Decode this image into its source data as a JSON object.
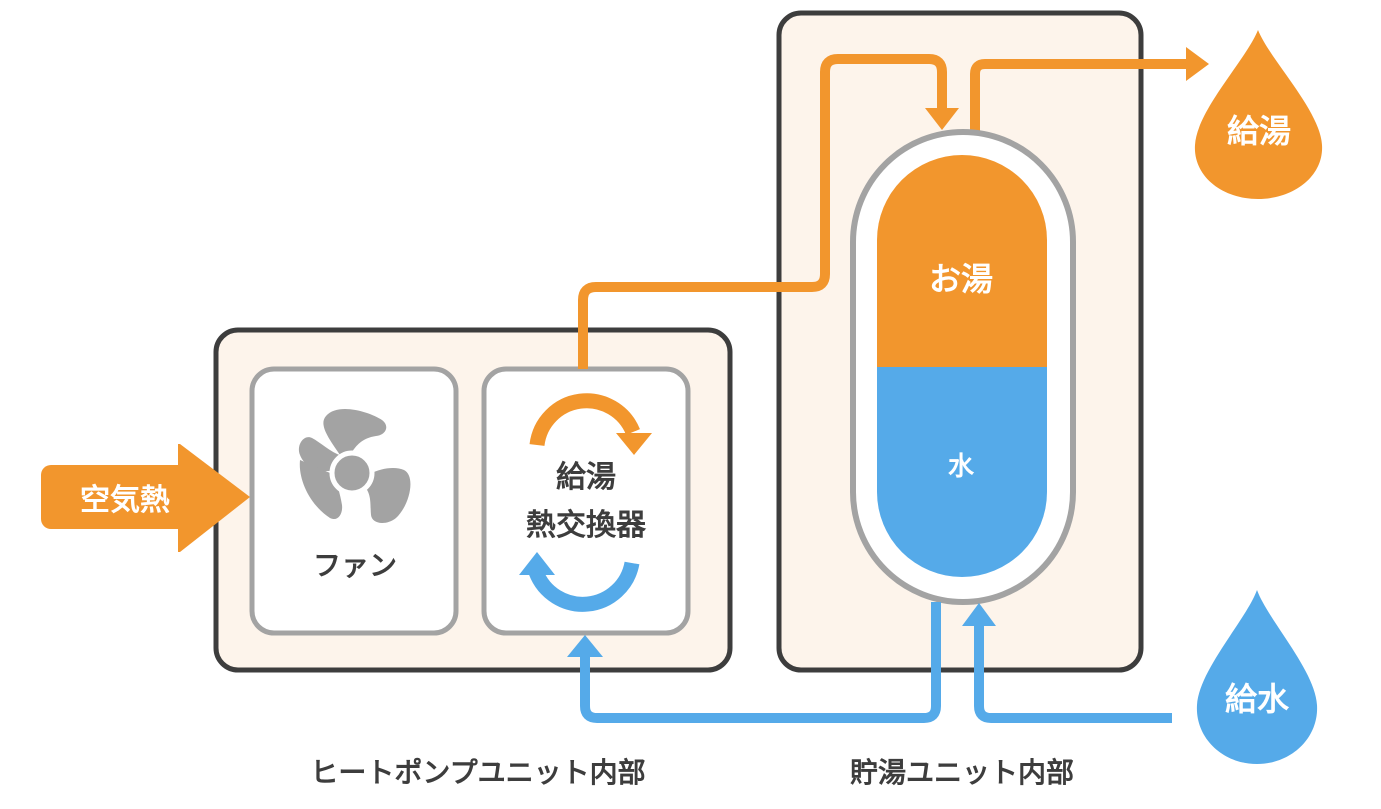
{
  "colors": {
    "orange": "#f2962d",
    "blue": "#55aae9",
    "unit_fill": "#fdf4eb",
    "unit_border": "#3d3d3d",
    "inner_border": "#a3a3a3",
    "fan_gray": "#a3a3a3",
    "text_dark": "#3d3d3d"
  },
  "labels": {
    "air_heat": "空気熱",
    "fan": "ファン",
    "exchanger_line1": "給湯",
    "exchanger_line2": "熱交換器",
    "hot_water": "お湯",
    "water": "水",
    "hot_supply": "給湯",
    "water_supply": "給水",
    "heat_pump_unit": "ヒートポンプユニット内部",
    "storage_unit": "貯湯ユニット内部"
  },
  "icons": {
    "fan": "fan-icon",
    "orange_cycle": "circular-arrow-orange-icon",
    "blue_cycle": "circular-arrow-blue-icon",
    "hot_drop": "water-drop-orange-icon",
    "cold_drop": "water-drop-blue-icon"
  }
}
